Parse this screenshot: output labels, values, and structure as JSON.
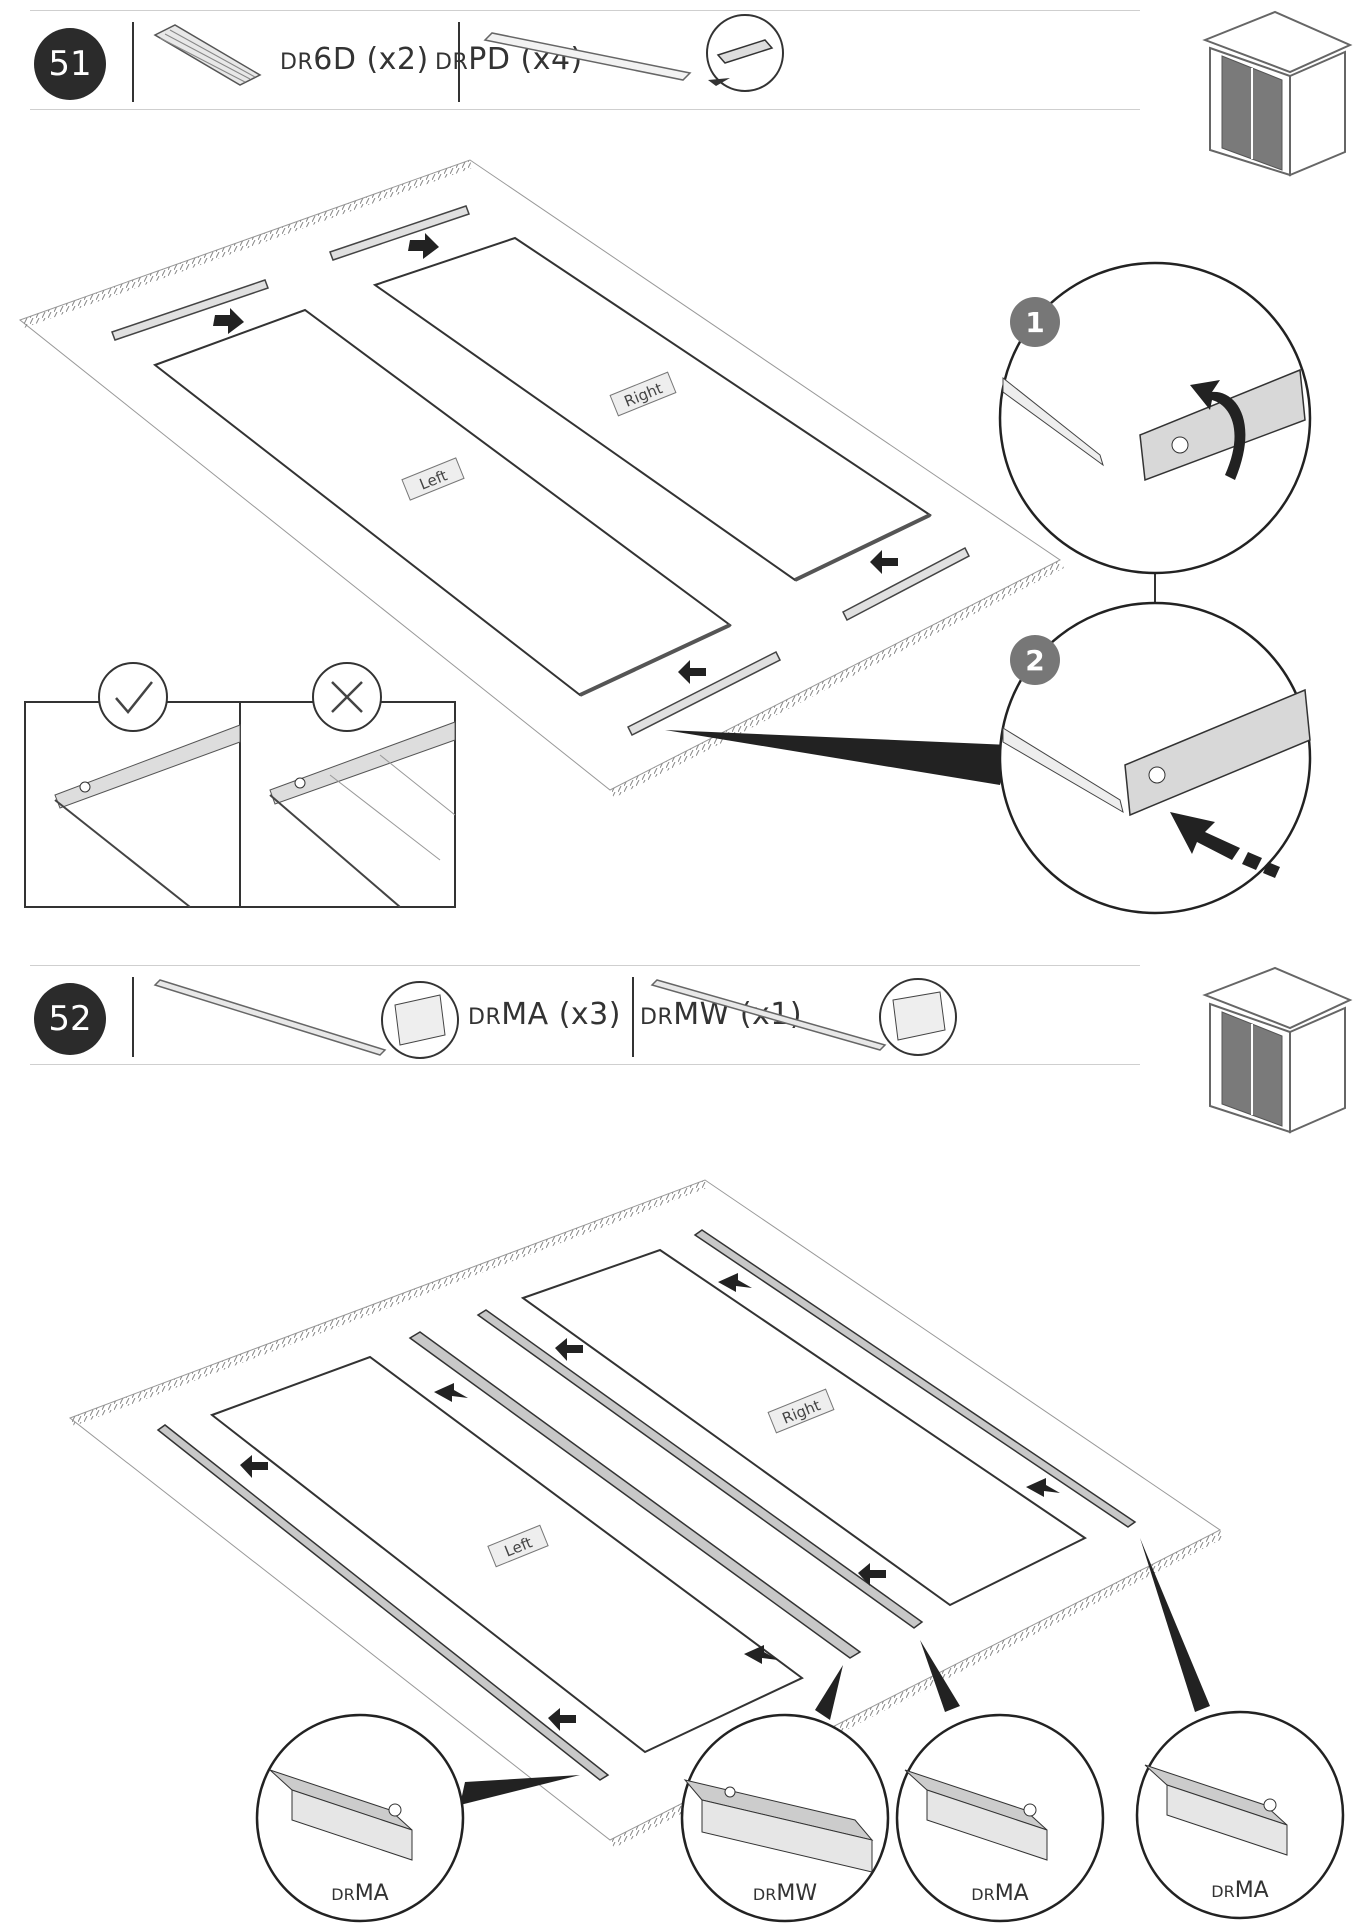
{
  "steps": [
    {
      "number": "51",
      "parts": [
        {
          "prefix": "DR",
          "code": "6D",
          "qty": "(x2)"
        },
        {
          "prefix": "DR",
          "code": "PD",
          "qty": "(x4)"
        }
      ],
      "panel_labels": {
        "left": "Left",
        "right": "Right"
      },
      "callouts": [
        "1",
        "2"
      ],
      "check_marks": [
        "check-icon",
        "cross-icon"
      ]
    },
    {
      "number": "52",
      "parts": [
        {
          "prefix": "DR",
          "code": "MA",
          "qty": "(x3)"
        },
        {
          "prefix": "DR",
          "code": "MW",
          "qty": "(x1)"
        }
      ],
      "panel_labels": {
        "left": "Left",
        "right": "Right"
      },
      "detail_labels": [
        {
          "prefix": "DR",
          "code": "MA"
        },
        {
          "prefix": "DR",
          "code": "MW"
        },
        {
          "prefix": "DR",
          "code": "MA"
        },
        {
          "prefix": "DR",
          "code": "MA"
        }
      ]
    }
  ]
}
